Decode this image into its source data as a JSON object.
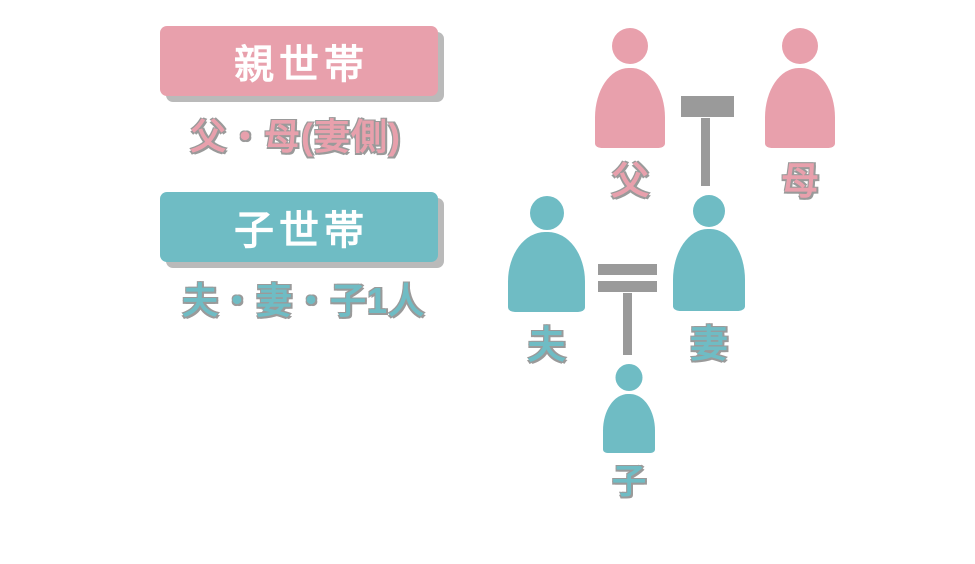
{
  "diagram": {
    "title_parent_badge": "親世帯",
    "title_child_badge": "子世帯",
    "caption_parent": "父・母(妻側)",
    "caption_child": "夫・妻・子1人",
    "colors": {
      "pink": "#e8a0ac",
      "teal": "#6fbcc4",
      "shadow_gray": "#9a9a9a",
      "background": "#ffffff",
      "badge_text": "#ffffff"
    },
    "people": [
      {
        "id": "father",
        "label": "父",
        "household": "親世帯",
        "color": "#e8a0ac"
      },
      {
        "id": "mother",
        "label": "母",
        "household": "親世帯",
        "color": "#e8a0ac"
      },
      {
        "id": "husband",
        "label": "夫",
        "household": "子世帯",
        "color": "#6fbcc4"
      },
      {
        "id": "wife",
        "label": "妻",
        "household": "子世帯",
        "color": "#6fbcc4"
      },
      {
        "id": "child",
        "label": "子",
        "household": "子世帯",
        "color": "#6fbcc4"
      }
    ],
    "connectors": [
      {
        "id": "parents-marriage",
        "type": "single-bar",
        "from": "父",
        "to": "母"
      },
      {
        "id": "parents-descent",
        "type": "vertical",
        "from": "親世帯",
        "to": "妻"
      },
      {
        "id": "couple-marriage",
        "type": "double-bar",
        "from": "夫",
        "to": "妻"
      },
      {
        "id": "couple-descent",
        "type": "vertical",
        "from": "夫婦",
        "to": "子"
      }
    ]
  }
}
